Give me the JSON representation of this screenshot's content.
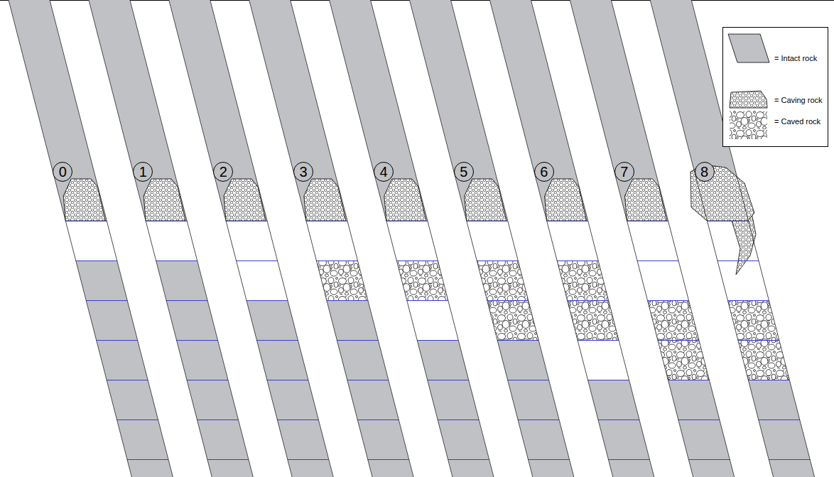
{
  "diagram": {
    "nodes": [
      {
        "text": [
          "0"
        ]
      },
      {
        "text": [
          "1"
        ]
      },
      {
        "text": [
          "2"
        ]
      },
      {
        "text": [
          "3"
        ]
      },
      {
        "text": [
          "4"
        ]
      },
      {
        "text": [
          "5"
        ]
      },
      {
        "text": [
          "6"
        ]
      },
      {
        "text": [
          "7"
        ]
      },
      {
        "text": [
          "8"
        ]
      }
    ],
    "legend": [
      {
        "text": "= Intact rock",
        "color": "#c0c1c4"
      },
      {
        "text": "= Caving rock"
      },
      {
        "text": "= Caved rock"
      }
    ]
  }
}
